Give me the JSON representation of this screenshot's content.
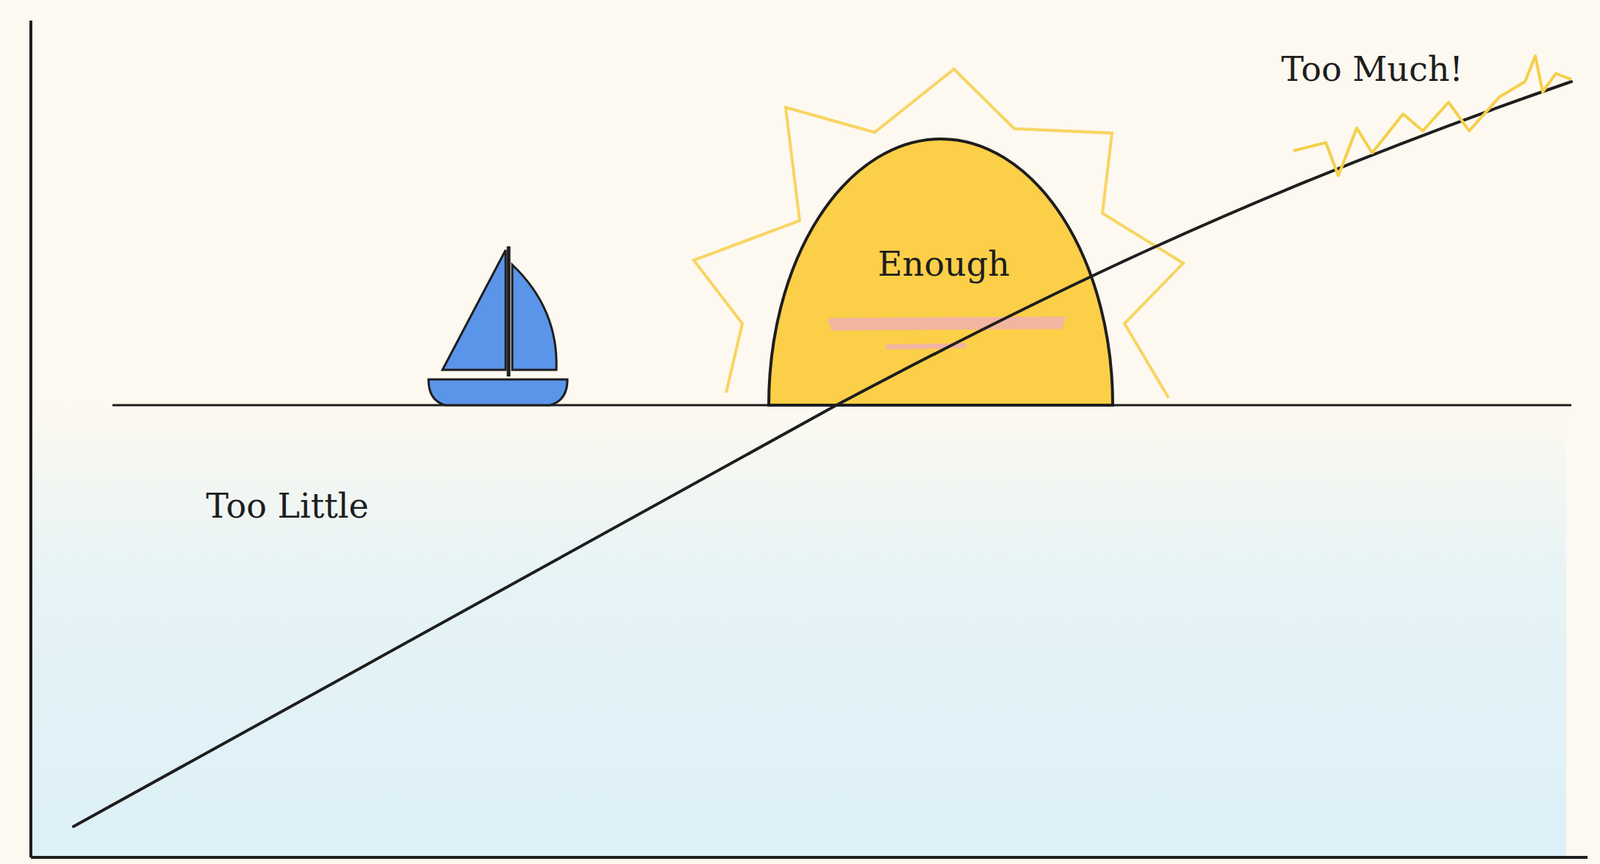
{
  "diagram": {
    "nodes": [
      {
        "text": [
          "Too Little"
        ]
      },
      {
        "text": [
          "Enough"
        ]
      }
    ],
    "labels": [
      "Too Much!"
    ]
  }
}
